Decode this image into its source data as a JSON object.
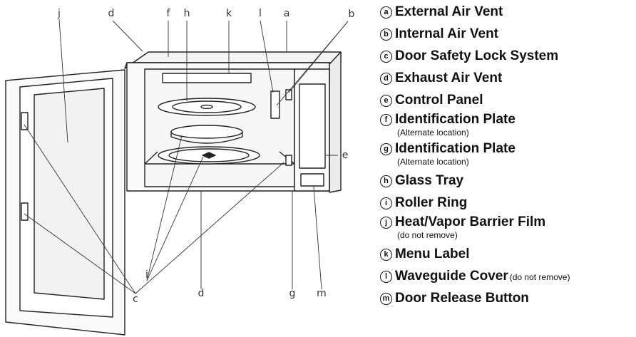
{
  "callout_letters": {
    "a": "a",
    "b": "b",
    "c": "c",
    "d": "d",
    "e": "e",
    "f": "f",
    "g": "g",
    "h": "h",
    "i": "i",
    "j": "j",
    "k": "k",
    "l": "l",
    "m": "m"
  },
  "legend": {
    "items": [
      {
        "marker": "a",
        "label": "External Air Vent",
        "inline_note": "",
        "note": ""
      },
      {
        "marker": "b",
        "label": "Internal Air Vent",
        "inline_note": "",
        "note": ""
      },
      {
        "marker": "c",
        "label": "Door Safety Lock System",
        "inline_note": "",
        "note": ""
      },
      {
        "marker": "d",
        "label": "Exhaust Air Vent",
        "inline_note": "",
        "note": ""
      },
      {
        "marker": "e",
        "label": "Control Panel",
        "inline_note": "",
        "note": ""
      },
      {
        "marker": "f",
        "label": "Identification Plate",
        "inline_note": "",
        "note": "(Alternate location)"
      },
      {
        "marker": "g",
        "label": "Identification Plate",
        "inline_note": "",
        "note": "(Alternate location)"
      },
      {
        "marker": "h",
        "label": "Glass Tray",
        "inline_note": "",
        "note": ""
      },
      {
        "marker": "i",
        "label": "Roller Ring",
        "inline_note": "",
        "note": ""
      },
      {
        "marker": "j",
        "label": "Heat/Vapor Barrier Film",
        "inline_note": "",
        "note": "(do not remove)"
      },
      {
        "marker": "k",
        "label": "Menu Label",
        "inline_note": "",
        "note": ""
      },
      {
        "marker": "l",
        "label": "Waveguide Cover",
        "inline_note": "(do not remove)",
        "note": ""
      },
      {
        "marker": "m",
        "label": "Door Release Button",
        "inline_note": "",
        "note": ""
      }
    ]
  }
}
